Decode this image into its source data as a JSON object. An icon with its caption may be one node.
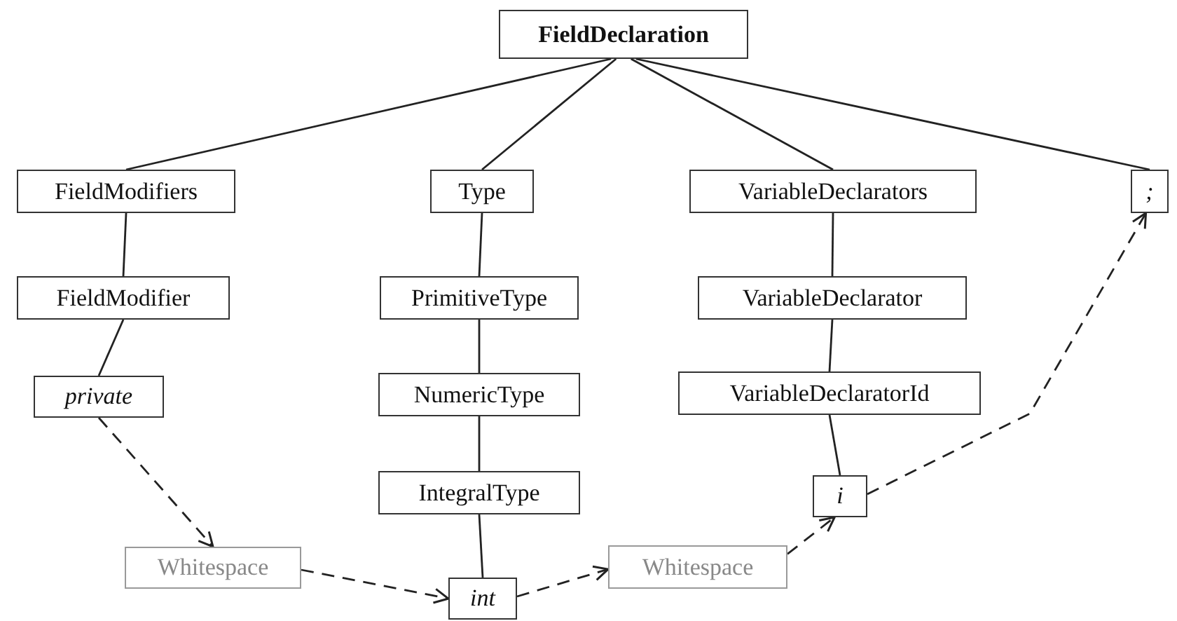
{
  "diagram": {
    "nodes": [
      {
        "text": [
          "FieldDeclaration"
        ]
      },
      {
        "text": [
          "FieldModifiers"
        ]
      },
      {
        "text": [
          "Type"
        ]
      },
      {
        "text": [
          "VariableDeclarators"
        ]
      },
      {
        "text": [
          ";"
        ]
      },
      {
        "text": [
          "FieldModifier"
        ]
      },
      {
        "text": [
          "PrimitiveType"
        ]
      },
      {
        "text": [
          "VariableDeclarator"
        ]
      },
      {
        "text": [
          "private"
        ]
      },
      {
        "text": [
          "NumericType"
        ]
      },
      {
        "text": [
          "VariableDeclaratorId"
        ]
      },
      {
        "text": [
          "IntegralType"
        ]
      },
      {
        "text": [
          "i"
        ]
      },
      {
        "text": [
          "Whitespace"
        ]
      },
      {
        "text": [
          "int"
        ]
      },
      {
        "text": [
          "Whitespace"
        ]
      }
    ],
    "edges": [
      {
        "from": 0,
        "to": 1,
        "arrow": "none"
      },
      {
        "from": 0,
        "to": 2,
        "arrow": "none"
      },
      {
        "from": 0,
        "to": 3,
        "arrow": "none"
      },
      {
        "from": 0,
        "to": 4,
        "arrow": "none"
      },
      {
        "from": 1,
        "to": 5,
        "arrow": "none"
      },
      {
        "from": 2,
        "to": 6,
        "arrow": "none"
      },
      {
        "from": 3,
        "to": 7,
        "arrow": "none"
      },
      {
        "from": 5,
        "to": 8,
        "arrow": "none"
      },
      {
        "from": 6,
        "to": 9,
        "arrow": "none"
      },
      {
        "from": 7,
        "to": 10,
        "arrow": "none"
      },
      {
        "from": 9,
        "to": 11,
        "arrow": "none"
      },
      {
        "from": 10,
        "to": 12,
        "arrow": "none"
      },
      {
        "from": 11,
        "to": 14,
        "arrow": "none"
      },
      {
        "from": 8,
        "to": 13,
        "arrow": "to",
        "style": "dashed"
      },
      {
        "from": 13,
        "to": 14,
        "arrow": "to",
        "style": "dashed"
      },
      {
        "from": 14,
        "to": 15,
        "arrow": "to",
        "style": "dashed"
      },
      {
        "from": 15,
        "to": 12,
        "arrow": "to",
        "style": "dashed"
      },
      {
        "from": 12,
        "to": 4,
        "arrow": "to",
        "style": "dashed"
      }
    ]
  }
}
